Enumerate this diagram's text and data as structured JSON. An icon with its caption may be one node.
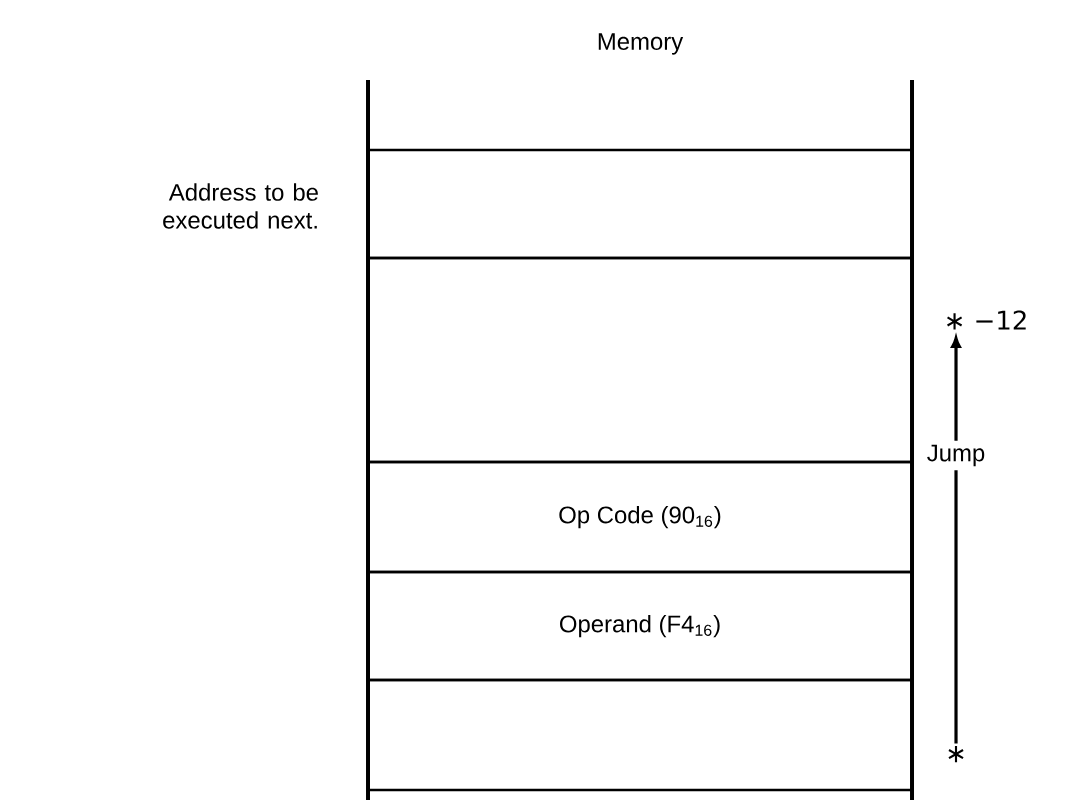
{
  "diagram": {
    "nodes": [
      {
        "text": [
          "Memory"
        ]
      },
      {
        "text": [],
        "shape": "box",
        "in": 0
      },
      {
        "text": [],
        "shape": "box",
        "in": 0
      },
      {
        "text": [
          "Op Code (90$_{16}$)"
        ],
        "in": 0
      },
      {
        "text": [
          "Operand (F4$_{16}$)"
        ],
        "in": 0
      },
      {
        "text": [],
        "shape": "box",
        "in": 0
      },
      {
        "text": [
          "∗ −12"
        ]
      },
      {
        "text": [
          "∗"
        ]
      }
    ],
    "edges": [
      {
        "from": 7,
        "to": 6,
        "arrow": "to",
        "label": "Jump"
      }
    ],
    "labels": [
      "Address to be executed next."
    ]
  }
}
